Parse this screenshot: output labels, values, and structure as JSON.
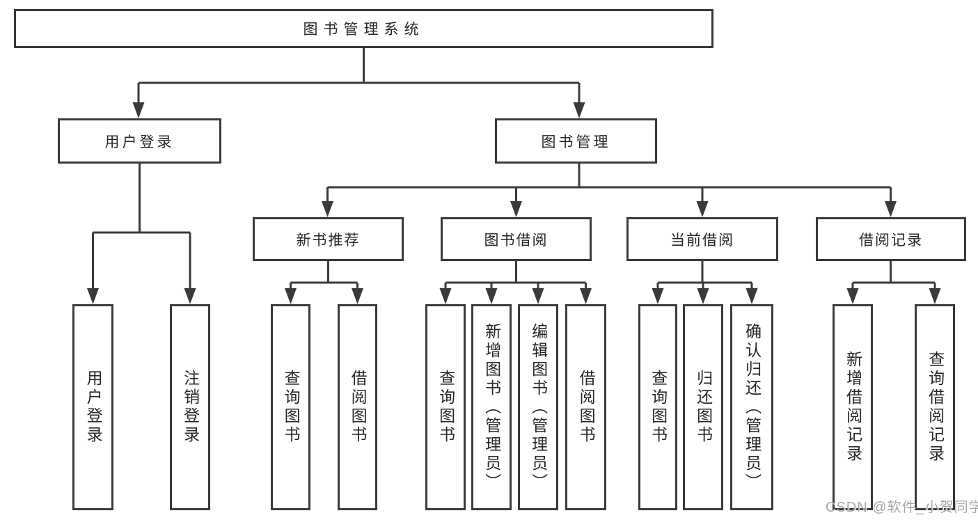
{
  "colors": {
    "line": "#3a3a3a",
    "text": "#262626",
    "box_bg": "#ffffff",
    "canvas_bg": "#ffffff",
    "watermark": "#a8a8a8"
  },
  "watermark": {
    "text": "CSDN @软件_小贺同学"
  },
  "tree": {
    "label": "图书管理系统",
    "children": [
      {
        "label": "用户登录",
        "children": [
          {
            "label": "用户登录"
          },
          {
            "label": "注销登录"
          }
        ]
      },
      {
        "label": "图书管理",
        "children": [
          {
            "label": "新书推荐",
            "children": [
              {
                "label": "查询图书"
              },
              {
                "label": "借阅图书"
              }
            ]
          },
          {
            "label": "图书借阅",
            "children": [
              {
                "label": "查询图书"
              },
              {
                "label": "新增图书（管理员）"
              },
              {
                "label": "编辑图书（管理员）"
              },
              {
                "label": "借阅图书"
              }
            ]
          },
          {
            "label": "当前借阅",
            "children": [
              {
                "label": "查询图书"
              },
              {
                "label": "归还图书"
              },
              {
                "label": "确认归还（管理员）"
              }
            ]
          },
          {
            "label": "借阅记录",
            "children": [
              {
                "label": "新增借阅记录"
              },
              {
                "label": "查询借阅记录"
              }
            ]
          }
        ]
      }
    ]
  }
}
